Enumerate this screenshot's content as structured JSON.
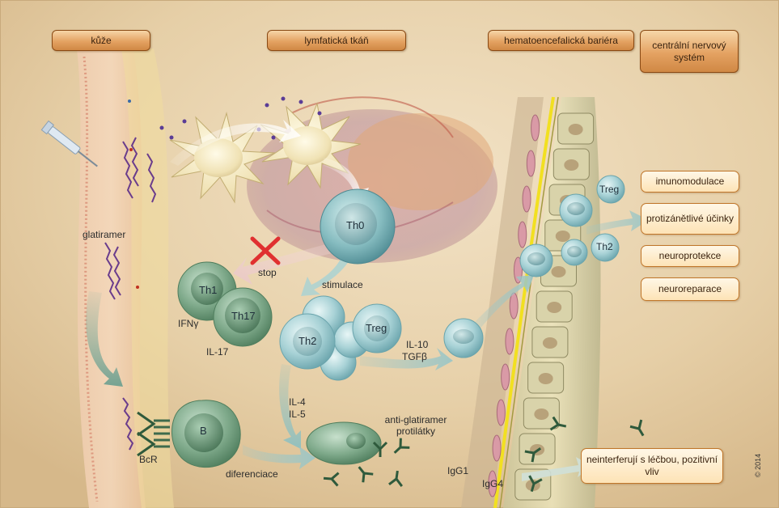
{
  "headers": {
    "skin": "kůže",
    "lymph": "lymfatická tkáň",
    "bbb": "hematoencefalická bariéra",
    "cns": "centrální nervový systém"
  },
  "effects": [
    "imunomodulace",
    "protizánětlivé účinky",
    "neuroprotekce",
    "neuroreparace"
  ],
  "outcome": "neinterferují s léčbou, pozitivní vliv",
  "labels": {
    "glatiramer": "glatiramer",
    "stop": "stop",
    "stimulace": "stimulace",
    "ifng": "IFNγ",
    "il17": "IL-17",
    "il4": "IL-4",
    "il5": "IL-5",
    "il10": "IL-10",
    "tgfb": "TGFβ",
    "bcr": "BcR",
    "diferenciace": "diferenciace",
    "antibodies": "anti-glatiramer protilátky",
    "igg1": "IgG1",
    "igg4": "IgG4"
  },
  "cells": {
    "th0": "Th0",
    "th1": "Th1",
    "th17": "Th17",
    "th2": "Th2",
    "treg": "Treg",
    "b": "B",
    "treg_cns": "Treg",
    "th2_cns": "Th2"
  },
  "credit": "© 2014",
  "colors": {
    "header_fill": "#e4a262",
    "header_border": "#8a4a14",
    "effect_border": "#c0762a",
    "t_cell": "#a6cfd3",
    "b_cell": "#6f9a7c",
    "arrow_teal": "#9cc6c6",
    "arrow_pink": "#e8c8c8",
    "stop_cross": "#e03030",
    "membrane_line": "#f2e020"
  }
}
